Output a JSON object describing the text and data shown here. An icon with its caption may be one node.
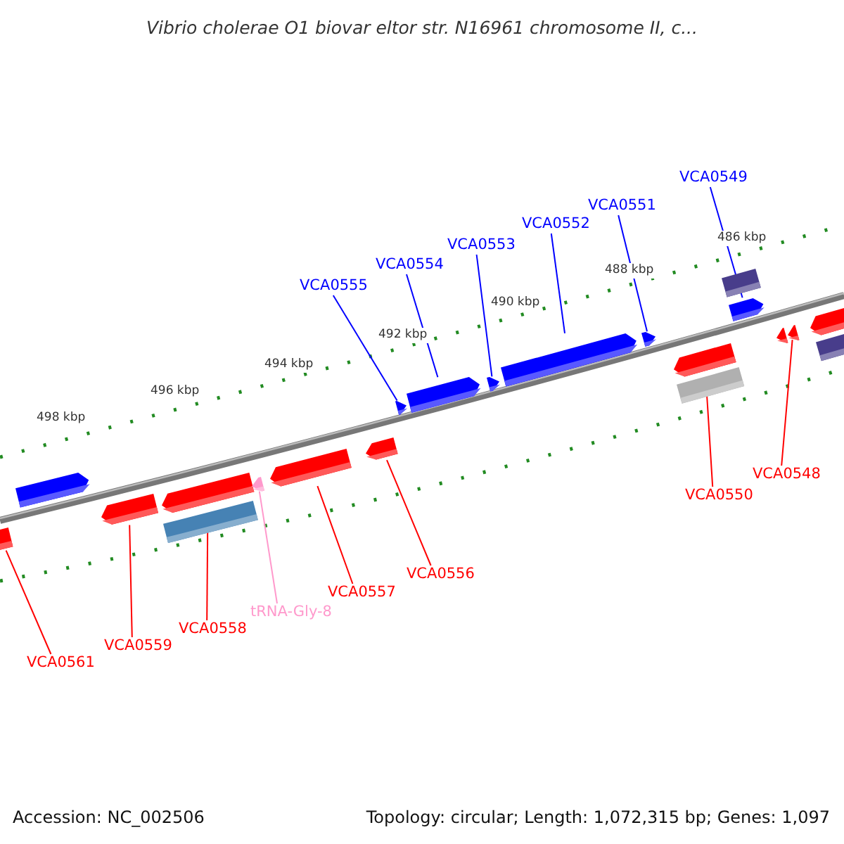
{
  "diagram": {
    "title": "Vibrio cholerae O1 biovar eltor str. N16961 chromosome II, c...",
    "nodes": [
      {
        "text": [
          "VCA0549"
        ]
      },
      {
        "text": [
          "VCA0551"
        ]
      },
      {
        "text": [
          "VCA0552"
        ]
      },
      {
        "text": [
          "VCA0553"
        ]
      },
      {
        "text": [
          "VCA0554"
        ]
      },
      {
        "text": [
          "VCA0555"
        ]
      },
      {
        "text": [
          "VCA0548"
        ]
      },
      {
        "text": [
          "VCA0550"
        ]
      },
      {
        "text": [
          "VCA0556"
        ]
      },
      {
        "text": [
          "VCA0557"
        ]
      },
      {
        "text": [
          "tRNA-Gly-8"
        ]
      },
      {
        "text": [
          "VCA0558"
        ]
      },
      {
        "text": [
          "VCA0559"
        ]
      },
      {
        "text": [
          "VCA0561"
        ]
      },
      {
        "text": [],
        "shape": "arrow"
      },
      {
        "text": [],
        "shape": "arrow"
      },
      {
        "text": [],
        "shape": "arrow"
      },
      {
        "text": [],
        "shape": "arrow"
      },
      {
        "text": [],
        "shape": "box"
      },
      {
        "text": [],
        "shape": "arrow"
      },
      {
        "text": [],
        "shape": "arrow"
      },
      {
        "text": [],
        "shape": "arrow"
      },
      {
        "text": [],
        "shape": "arrow"
      },
      {
        "text": [],
        "shape": "arrow"
      },
      {
        "text": [],
        "shape": "arrow"
      },
      {
        "text": [],
        "shape": "arrow"
      },
      {
        "text": [],
        "shape": "arrow"
      },
      {
        "text": [],
        "shape": "arrow"
      },
      {
        "text": [],
        "shape": "box"
      },
      {
        "text": [],
        "shape": "box"
      },
      {
        "text": [],
        "shape": "arrow"
      },
      {
        "text": [],
        "shape": "arrow"
      },
      {
        "text": [],
        "shape": "arrow"
      },
      {
        "text": [],
        "shape": "arrow"
      },
      {
        "text": [],
        "shape": "box"
      }
    ],
    "edges": [
      {
        "from": 0,
        "to": 30,
        "arrow": "none",
        "color": "#0000ff"
      },
      {
        "from": 1,
        "to": 26,
        "arrow": "none",
        "color": "#0000ff"
      },
      {
        "from": 2,
        "to": 25,
        "arrow": "none",
        "color": "#0000ff"
      },
      {
        "from": 3,
        "to": 24,
        "arrow": "none",
        "color": "#0000ff"
      },
      {
        "from": 4,
        "to": 23,
        "arrow": "none",
        "color": "#0000ff"
      },
      {
        "from": 5,
        "to": 22,
        "arrow": "none",
        "color": "#0000ff"
      },
      {
        "from": 6,
        "to": 32,
        "arrow": "none"
      },
      {
        "from": 7,
        "to": 27,
        "arrow": "none"
      },
      {
        "from": 8,
        "to": 21,
        "arrow": "none"
      },
      {
        "from": 9,
        "to": 20,
        "arrow": "none"
      },
      {
        "from": 10,
        "to": 19,
        "arrow": "none",
        "color": "#ff99cc"
      },
      {
        "from": 11,
        "to": 17,
        "arrow": "none"
      },
      {
        "from": 12,
        "to": 16,
        "arrow": "none"
      },
      {
        "from": 13,
        "to": 14,
        "arrow": "none"
      }
    ],
    "labels": [
      "486 kbp",
      "488 kbp",
      "490 kbp",
      "492 kbp",
      "494 kbp",
      "496 kbp",
      "498 kbp",
      "Accession: NC_002506",
      "Topology: circular; Length: 1,072,315 bp; Genes: 1,097"
    ]
  }
}
